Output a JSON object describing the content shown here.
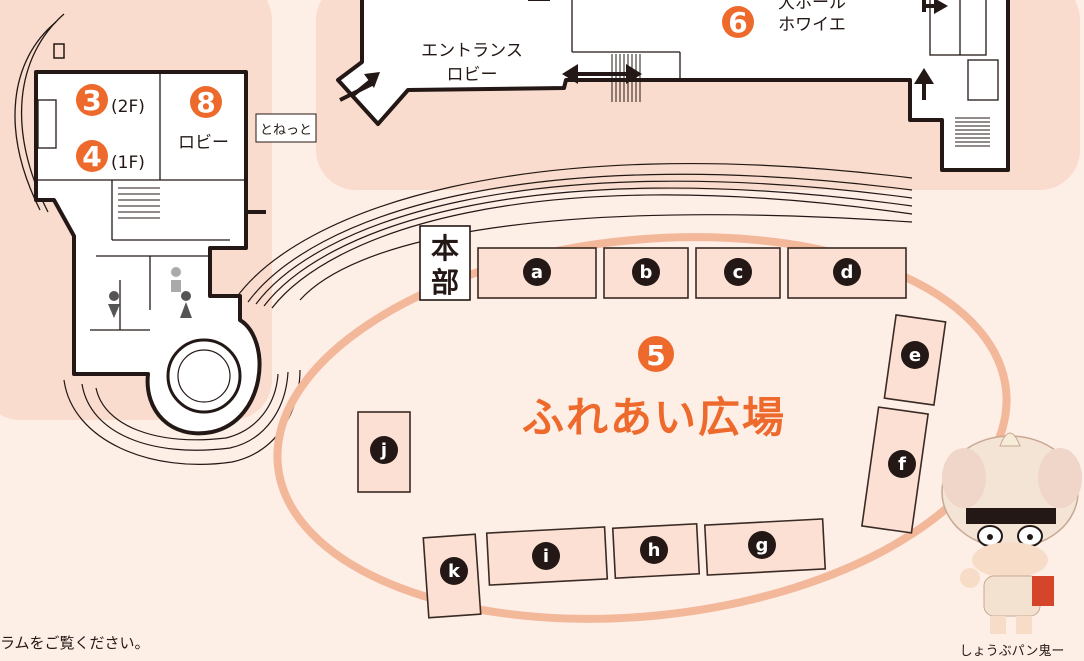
{
  "rooms": {
    "room3": {
      "number": "3",
      "floor": "(2F)"
    },
    "room4": {
      "number": "4",
      "floor": "(1F)"
    },
    "room8": {
      "number": "8",
      "label": "ロビー"
    },
    "room6": {
      "number": "6",
      "label_line1": "大ホール",
      "label_line2": "ホワイエ"
    },
    "tonetto": "とねっと",
    "entrance": {
      "line1": "エントランス",
      "line2": "ロビー"
    }
  },
  "plaza": {
    "number": "5",
    "name": "ふれあい広場",
    "headquarters": {
      "line1": "本",
      "line2": "部"
    },
    "booths": [
      "a",
      "b",
      "c",
      "d",
      "e",
      "f",
      "g",
      "h",
      "i",
      "j",
      "k"
    ]
  },
  "mascot": {
    "caption": "しょうぶパン鬼ー"
  },
  "footer_note": "ラムをご覧ください。",
  "colors": {
    "accent": "#ee6a2c",
    "background": "#fdeee6",
    "building": "#ffffff",
    "booth_fill": "#fbe0d3",
    "plaza_ring": "#f3b79a"
  }
}
